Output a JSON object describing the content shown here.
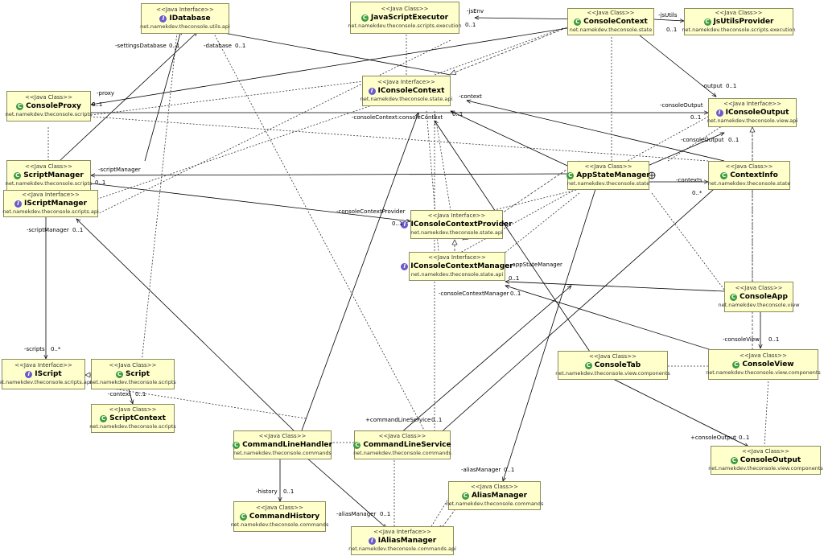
{
  "classes": {
    "idatabase": {
      "stereo": "<<Java Interface>>",
      "name": "IDatabase",
      "pkg": "net.namekdev.theconsole.utils.api",
      "kind": "interface"
    },
    "jsexec": {
      "stereo": "<<Java Class>>",
      "name": "JavaScriptExecutor",
      "pkg": "net.namekdev.theconsole.scripts.execution",
      "kind": "class"
    },
    "consolecontext": {
      "stereo": "<<Java Class>>",
      "name": "ConsoleContext",
      "pkg": "net.namekdev.theconsole.state",
      "kind": "class"
    },
    "jsutils": {
      "stereo": "<<Java Class>>",
      "name": "JsUtilsProvider",
      "pkg": "net.namekdev.theconsole.scripts.execution",
      "kind": "class"
    },
    "consoleproxy": {
      "stereo": "<<Java Class>>",
      "name": "ConsoleProxy",
      "pkg": "net.namekdev.theconsole.scripts",
      "kind": "class"
    },
    "iconsolecontext": {
      "stereo": "<<Java Interface>>",
      "name": "IConsoleContext",
      "pkg": "net.namekdev.theconsole.state.api",
      "kind": "interface"
    },
    "iconsoleoutput": {
      "stereo": "<<Java Interface>>",
      "name": "IConsoleOutput",
      "pkg": "net.namekdev.theconsole.view.api",
      "kind": "interface"
    },
    "scriptmanager": {
      "stereo": "<<Java Class>>",
      "name": "ScriptManager",
      "pkg": "net.namekdev.theconsole.scripts",
      "kind": "class"
    },
    "iscriptmanager": {
      "stereo": "<<Java Interface>>",
      "name": "IScriptManager",
      "pkg": "net.namekdev.theconsole.scripts.api",
      "kind": "interface"
    },
    "appstatemanager": {
      "stereo": "<<Java Class>>",
      "name": "AppStateManager",
      "pkg": "net.namekdev.theconsole.state",
      "kind": "class"
    },
    "contextinfo": {
      "stereo": "<<Java Class>>",
      "name": "ContextInfo",
      "pkg": "net.namekdev.theconsole.state",
      "kind": "class"
    },
    "icontextprovider": {
      "stereo": "<<Java Interface>>",
      "name": "IConsoleContextProvider",
      "pkg": "net.namekdev.theconsole.state.api",
      "kind": "interface"
    },
    "icontextmanager": {
      "stereo": "<<Java Interface>>",
      "name": "IConsoleContextManager",
      "pkg": "net.namekdev.theconsole.state.api",
      "kind": "interface"
    },
    "consoleapp": {
      "stereo": "<<Java Class>>",
      "name": "ConsoleApp",
      "pkg": "net.namekdev.theconsole.view",
      "kind": "class"
    },
    "iscript": {
      "stereo": "<<Java Interface>>",
      "name": "IScript",
      "pkg": "net.namekdev.theconsole.scripts.api",
      "kind": "interface"
    },
    "script": {
      "stereo": "<<Java Class>>",
      "name": "Script",
      "pkg": "net.namekdev.theconsole.scripts",
      "kind": "class"
    },
    "consoletab": {
      "stereo": "<<Java Class>>",
      "name": "ConsoleTab",
      "pkg": "net.namekdev.theconsole.view.components",
      "kind": "class"
    },
    "consoleview": {
      "stereo": "<<Java Class>>",
      "name": "ConsoleView",
      "pkg": "net.namekdev.theconsole.view.components",
      "kind": "class"
    },
    "scriptcontext": {
      "stereo": "<<Java Class>>",
      "name": "ScriptContext",
      "pkg": "net.namekdev.theconsole.scripts",
      "kind": "class"
    },
    "cmdhandler": {
      "stereo": "<<Java Class>>",
      "name": "CommandLineHandler",
      "pkg": "net.namekdev.theconsole.commands",
      "kind": "class"
    },
    "cmdservice": {
      "stereo": "<<Java Class>>",
      "name": "CommandLineService",
      "pkg": "net.namekdev.theconsole.commands",
      "kind": "class"
    },
    "consoleoutput": {
      "stereo": "<<Java Class>>",
      "name": "ConsoleOutput",
      "pkg": "net.namekdev.theconsole.view.components",
      "kind": "class"
    },
    "aliasmanager": {
      "stereo": "<<Java Class>>",
      "name": "AliasManager",
      "pkg": "net.namekdev.theconsole.commands",
      "kind": "class"
    },
    "cmdhistory": {
      "stereo": "<<Java Class>>",
      "name": "CommandHistory",
      "pkg": "net.namekdev.theconsole.commands",
      "kind": "class"
    },
    "ialiasmanager": {
      "stereo": "<<Java Interface>>",
      "name": "IAliasManager",
      "pkg": "net.namekdev.theconsole.commands.api",
      "kind": "interface"
    }
  },
  "labels": {
    "jsEnv": "-jsEnv",
    "jsEnvMult": "0..1",
    "jsUtils": "-jsUtils",
    "jsUtilsMult": "0..1",
    "settingsDatabase": "-settingsDatabase",
    "settingsMult": "0..1",
    "database": "-database",
    "databaseMult": "0..1",
    "proxy": "-proxy",
    "proxyMult": "0..1",
    "context": "-context",
    "contextMult": "0..1",
    "output": "-output",
    "outputMult": "0..1",
    "consoleOutput": "-consoleOutput",
    "consoleOutputMult": "0..1",
    "consoleOutput2": "-consoleOutput",
    "consoleOutput2Mult": "0..1",
    "overlapped": "-consoleContext:consoleContext",
    "scriptManager": "-scriptManager",
    "scriptManagerMult": "0..1",
    "contexts": "-contexts",
    "contextsMult": "0..*",
    "consoleContextProvider": "-consoleContextProvider",
    "consoleContextProviderMult": "0..1",
    "appStateManager": "-appStateManager",
    "appStateManagerMult": "0..1",
    "scriptManager2": "-scriptManager",
    "scriptManager2Mult": "0..1",
    "consoleContextManager": "-consoleContextManager",
    "consoleContextManagerMult": "0..1",
    "consoleView": "-consoleView",
    "consoleViewMult": "0..1",
    "scripts": "-scripts",
    "scriptsMult": "0..*",
    "scriptContext": "-context",
    "scriptContextMult": "0..1",
    "commandLineService": "+commandLineService",
    "commandLineServiceMult": "0..1",
    "plusConsoleOutput": "+consoleOutput",
    "plusConsoleOutputMult": "0..1",
    "aliasManager": "-aliasManager",
    "aliasManagerMult": "0..1",
    "history": "-history",
    "historyMult": "0..1",
    "aliasManager2": "-aliasManager",
    "aliasManager2Mult": "0..1"
  }
}
